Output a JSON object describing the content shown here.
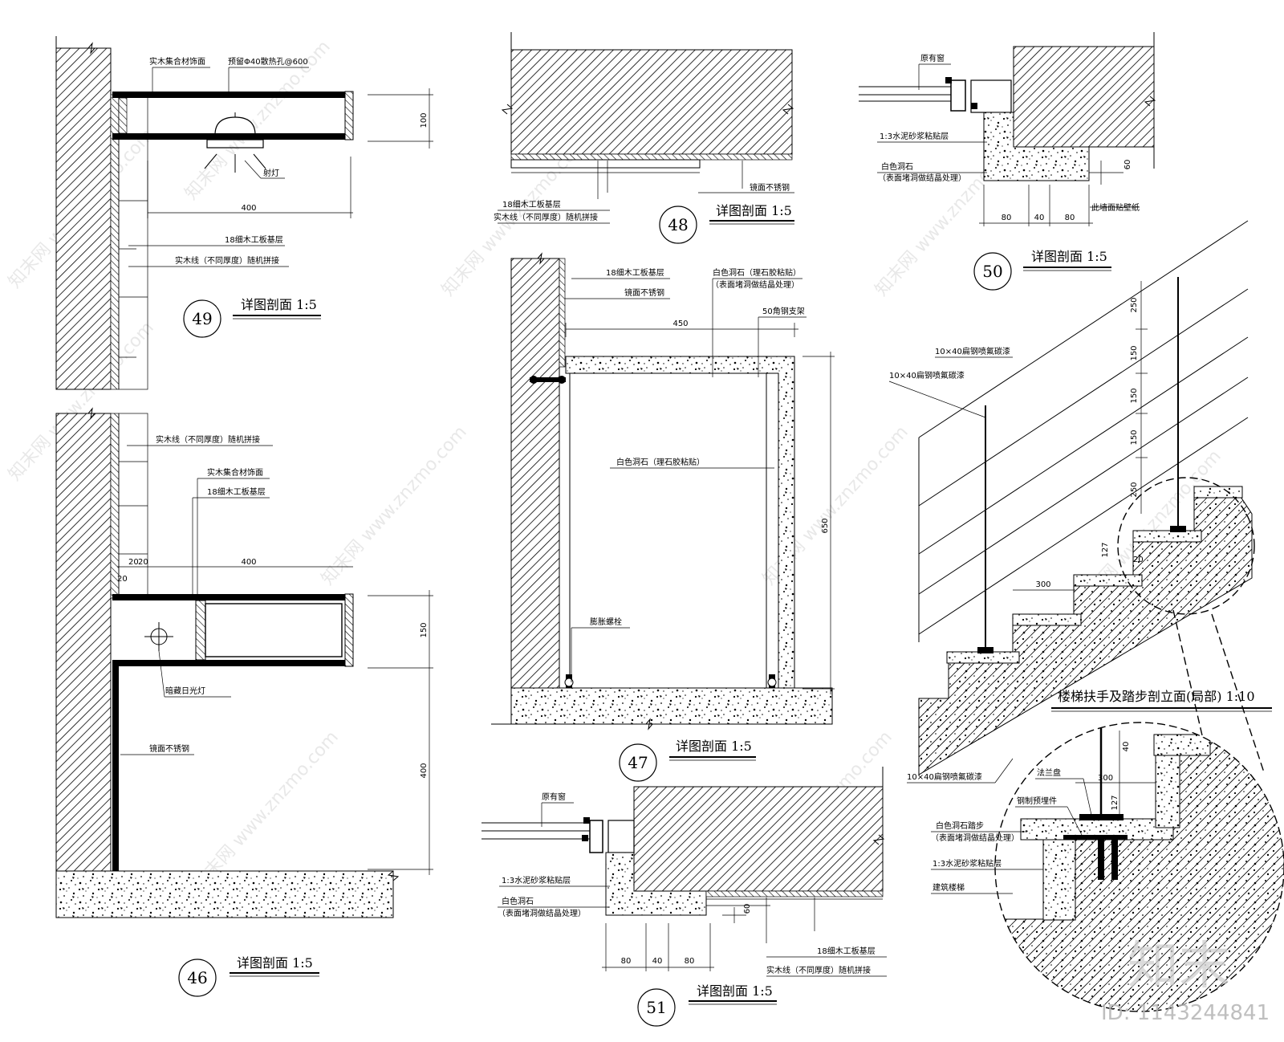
{
  "watermark": {
    "site": "知末网 www.znzmo.com",
    "brand": "知末",
    "id_text": "ID: 1143244841"
  },
  "details": {
    "d46": {
      "number": "46",
      "title": "详图剖面 1:5",
      "labels": [
        "实木线（不同厚度）随机拼接",
        "实木集合材饰面",
        "18细木工板基层",
        "暗藏日光灯",
        "镜面不锈钢"
      ],
      "dims": [
        "20",
        "20",
        "20",
        "400",
        "150",
        "400"
      ]
    },
    "d47": {
      "number": "47",
      "title": "详图剖面 1:5",
      "labels": [
        "18细木工板基层",
        "镜面不锈钢",
        "白色洞石（理石胶粘贴）",
        "（表面堵洞做结晶处理）",
        "50角钢支架",
        "白色洞石（理石胶粘贴）",
        "膨胀螺栓"
      ],
      "dims": [
        "450",
        "650"
      ]
    },
    "d48": {
      "number": "48",
      "title": "详图剖面 1:5",
      "labels": [
        "18细木工板基层",
        "实木线（不同厚度）随机拼接",
        "镜面不锈钢"
      ]
    },
    "d49": {
      "number": "49",
      "title": "详图剖面 1:5",
      "labels": [
        "实木集合材饰面",
        "预留Φ40散热孔@600",
        "射灯",
        "18细木工板基层",
        "实木线（不同厚度）随机拼接"
      ],
      "dims": [
        "100",
        "400"
      ]
    },
    "d50": {
      "number": "50",
      "title": "详图剖面 1:5",
      "labels": [
        "原有窗",
        "1:3水泥砂浆粘贴层",
        "白色洞石",
        "（表面堵洞做结晶处理）",
        "此墙面贴壁纸"
      ],
      "dims": [
        "80",
        "40",
        "80",
        "60"
      ]
    },
    "d51": {
      "number": "51",
      "title": "详图剖面 1:5",
      "labels": [
        "原有窗",
        "1:3水泥砂浆粘贴层",
        "白色洞石",
        "（表面堵洞做结晶处理）",
        "18细木工板基层",
        "实木线（不同厚度）随机拼接"
      ],
      "dims": [
        "80",
        "40",
        "80",
        "60"
      ]
    },
    "stair": {
      "title": "楼梯扶手及踏步剖立面(局部)  1:10",
      "labels": [
        "10×40扁钢喷氟碳漆",
        "10×40扁钢喷氟碳漆",
        "10×40扁钢喷氟碳漆",
        "法兰盘",
        "钢制预埋件",
        "白色洞石踏步",
        "（表面堵洞做结晶处理）",
        "1:3水泥砂浆粘贴层",
        "建筑楼梯"
      ],
      "dims": [
        "250",
        "150",
        "150",
        "150",
        "250",
        "127",
        "20",
        "300",
        "40",
        "300",
        "127"
      ]
    }
  }
}
